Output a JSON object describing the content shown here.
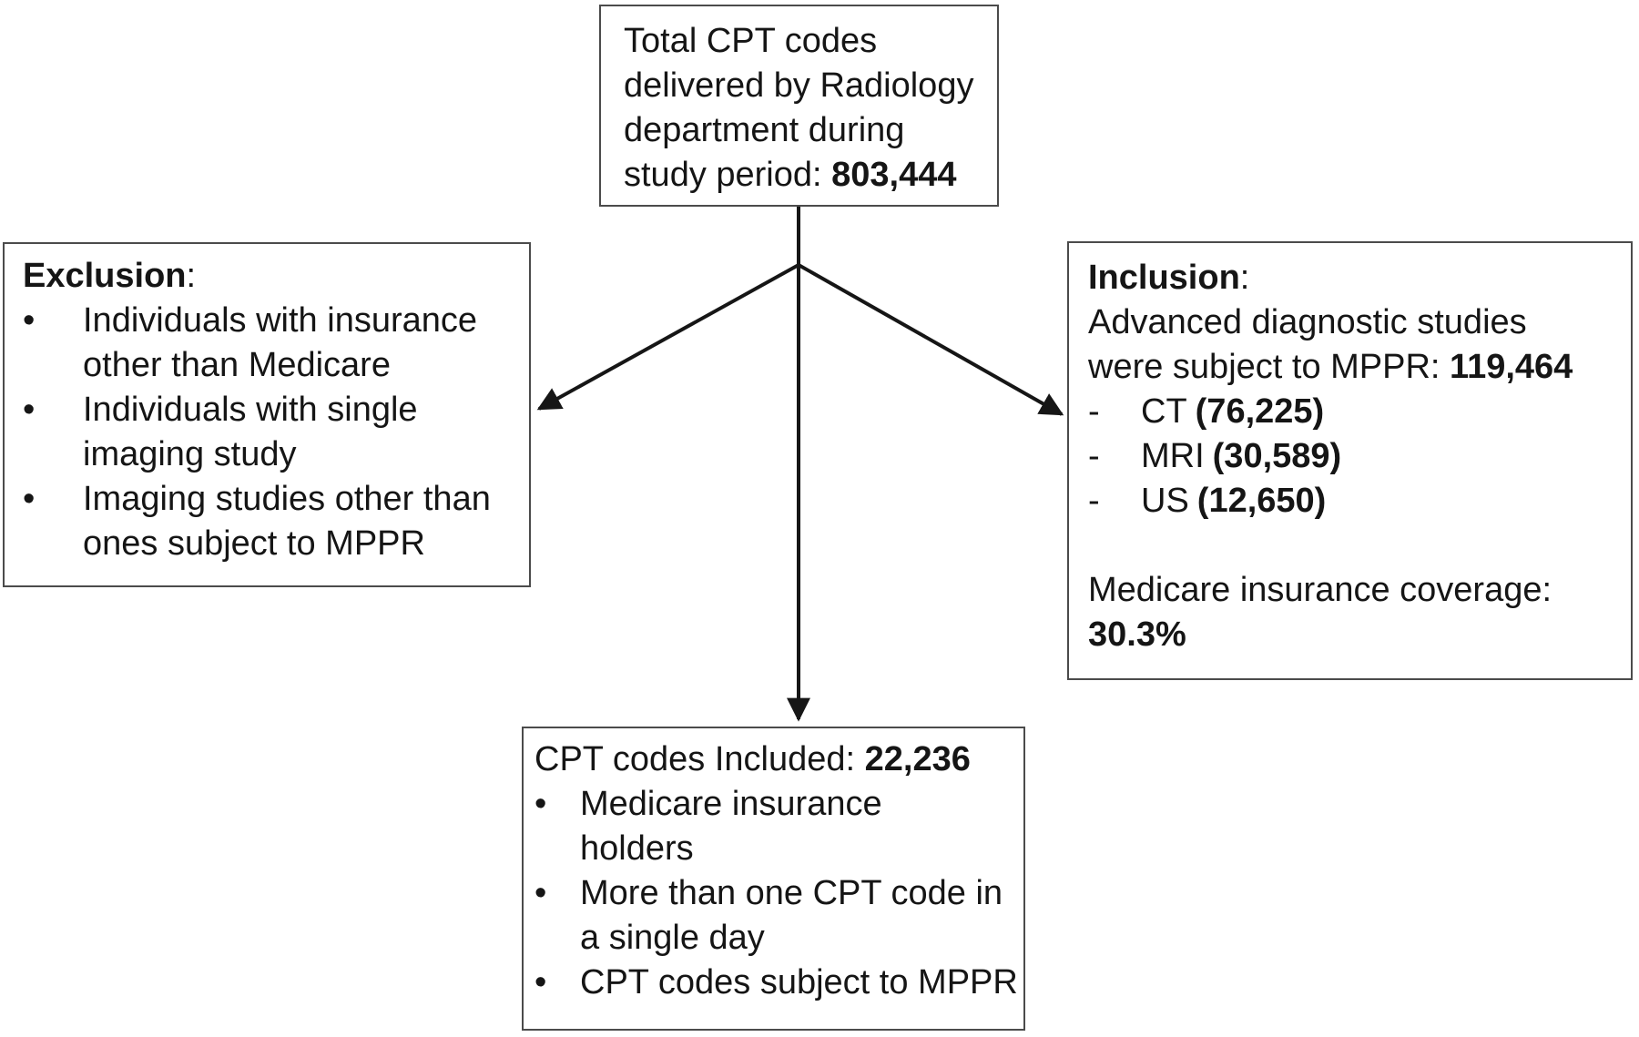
{
  "title_box": {
    "lines": [
      "Total CPT codes",
      "delivered by Radiology",
      "department during"
    ],
    "value_line": {
      "prefix": "study period: ",
      "value": "803,444"
    }
  },
  "exclusion_box": {
    "heading": "Exclusion",
    "heading_suffix": ":",
    "bullet_glyph": "•",
    "items": [
      {
        "lines": [
          "Individuals with insurance",
          "other than Medicare"
        ]
      },
      {
        "lines": [
          "Individuals with single",
          "imaging study"
        ]
      },
      {
        "lines": [
          "Imaging studies other than",
          "ones subject to MPPR"
        ]
      }
    ]
  },
  "inclusion_box": {
    "heading": "Inclusion",
    "heading_suffix": ":",
    "intro_line": "Advanced diagnostic studies",
    "total_line": {
      "prefix": "were subject to MPPR: ",
      "value": "119,464"
    },
    "dash_glyph": "-",
    "modalities": [
      {
        "name": "CT",
        "value": "(76,225)"
      },
      {
        "name": "MRI",
        "value": "(30,589)"
      },
      {
        "name": "US",
        "value": "(12,650)"
      }
    ],
    "coverage": {
      "label": "Medicare insurance coverage:",
      "value": "30.3%"
    }
  },
  "included_box": {
    "title": {
      "prefix": "CPT codes Included: ",
      "value": "22,236"
    },
    "bullet_glyph": "•",
    "items": [
      {
        "lines": [
          "Medicare insurance",
          "holders"
        ]
      },
      {
        "lines": [
          "More than one CPT code in",
          "a single day"
        ]
      },
      {
        "lines": [
          "CPT codes subject to MPPR"
        ]
      }
    ]
  }
}
